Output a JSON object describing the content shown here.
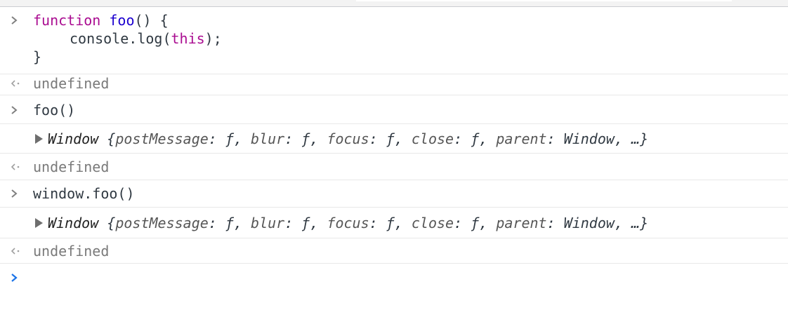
{
  "console": {
    "entries": [
      {
        "kind": "input",
        "lines": [
          {
            "kw": "function",
            "name": "foo",
            "rest": "() {"
          },
          {
            "text": "console.log(",
            "kw": "this",
            "rest": ");"
          },
          {
            "text": "}"
          }
        ]
      },
      {
        "kind": "result",
        "text": "undefined"
      },
      {
        "kind": "input",
        "text": "foo()"
      },
      {
        "kind": "log",
        "object": {
          "type": "Window",
          "open": "{",
          "items": [
            {
              "key": "postMessage",
              "value": "ƒ"
            },
            {
              "key": "blur",
              "value": "ƒ"
            },
            {
              "key": "focus",
              "value": "ƒ"
            },
            {
              "key": "close",
              "value": "ƒ"
            },
            {
              "key": "parent",
              "value": "Window"
            }
          ],
          "ellipsis": "…}"
        }
      },
      {
        "kind": "result",
        "text": "undefined"
      },
      {
        "kind": "input",
        "text": "window.foo()"
      },
      {
        "kind": "log",
        "object": {
          "type": "Window",
          "open": "{",
          "items": [
            {
              "key": "postMessage",
              "value": "ƒ"
            },
            {
              "key": "blur",
              "value": "ƒ"
            },
            {
              "key": "focus",
              "value": "ƒ"
            },
            {
              "key": "close",
              "value": "ƒ"
            },
            {
              "key": "parent",
              "value": "Window"
            }
          ],
          "ellipsis": "…}"
        }
      },
      {
        "kind": "result",
        "text": "undefined"
      }
    ],
    "prompt_icon": "chevron-right-icon",
    "result_icon": "return-arrow-icon",
    "expand_icon": "expand-triangle-icon",
    "input_value": ""
  },
  "colors": {
    "keyword": "#aa0d91",
    "function_name": "#1c00cf",
    "muted": "#7a7a7a",
    "active_prompt": "#1a73e8"
  }
}
